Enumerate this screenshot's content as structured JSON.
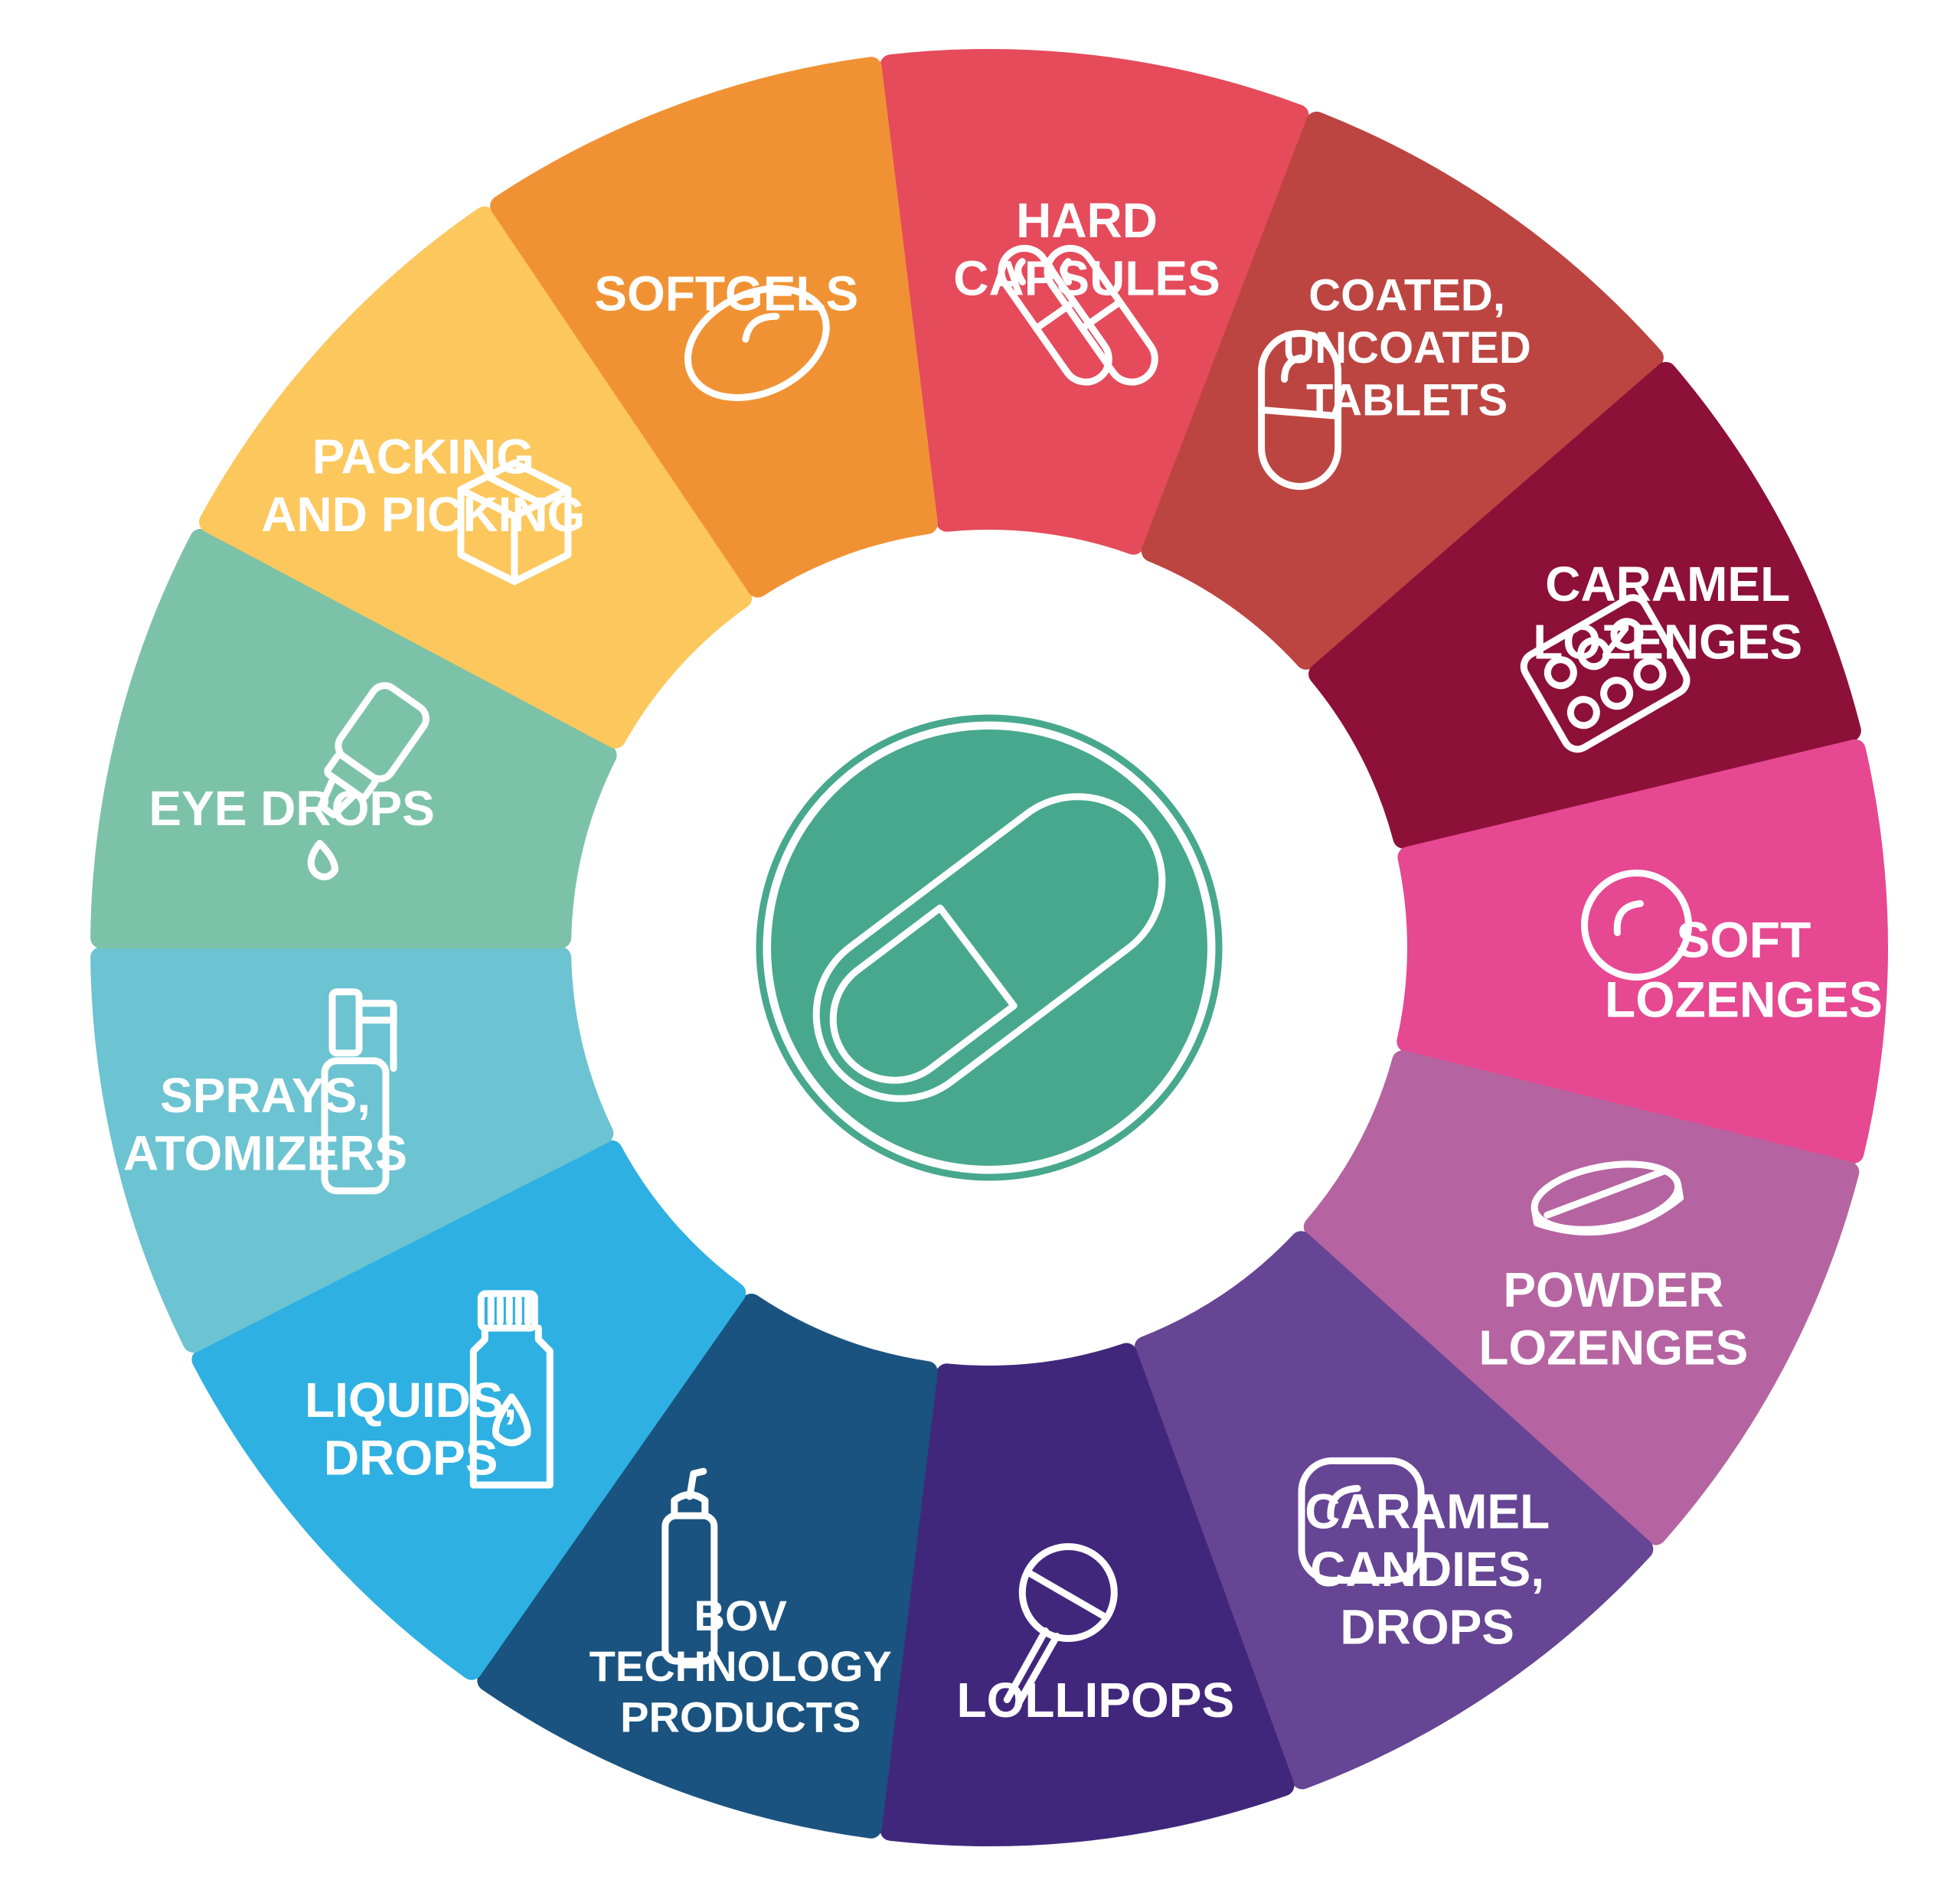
{
  "center": {
    "icon": "capsule-icon",
    "fill_color": "#48A88D",
    "ring_color": "#48A88D"
  },
  "segments": [
    {
      "id": "hard-capsules",
      "lines": [
        "HARD",
        "CAPSULES"
      ],
      "color": "#E54B5B",
      "icon": "capsule-pair-icon"
    },
    {
      "id": "coated-uncoated-tablets",
      "lines": [
        "COATED,",
        "UNCOATED",
        "TABLETS"
      ],
      "color": "#BC4541",
      "icon": "pill-icon"
    },
    {
      "id": "caramel-lozenges",
      "lines": [
        "CARAMEL",
        "LOZENGES"
      ],
      "color": "#8D1038",
      "icon": "blister-pack-icon"
    },
    {
      "id": "soft-lozenges",
      "lines": [
        "SOFT",
        "LOZENGES"
      ],
      "color": "#E64891",
      "icon": "round-lozenge-icon"
    },
    {
      "id": "powder-lozenges",
      "lines": [
        "POWDER",
        "LOZENGES"
      ],
      "color": "#B564A1",
      "icon": "tablet-disc-icon"
    },
    {
      "id": "caramel-candies-drops",
      "lines": [
        "CARAMEL",
        "CANDIES,",
        "DROPS"
      ],
      "color": "#654594",
      "icon": "square-candy-icon"
    },
    {
      "id": "lollipops",
      "lines": [
        "LOLLIPOPS"
      ],
      "color": "#41277C",
      "icon": "lollipop-icon"
    },
    {
      "id": "bov-technology-products",
      "lines": [
        "BOV",
        "TECHNOLOGY",
        "PRODUCTS"
      ],
      "color": "#1A5380",
      "icon": "aerosol-can-icon"
    },
    {
      "id": "liquids-drops",
      "lines": [
        "LIQUIDS,",
        "DROPS"
      ],
      "color": "#2EB0E2",
      "icon": "liquid-bottle-icon"
    },
    {
      "id": "sprays-atomizers",
      "lines": [
        "SPRAYS,",
        "ATOMIZERS"
      ],
      "color": "#6CC3D1",
      "icon": "spray-bottle-icon"
    },
    {
      "id": "eye-drops",
      "lines": [
        "EYE DROPS"
      ],
      "color": "#7CC2A9",
      "icon": "dropper-bottle-icon"
    },
    {
      "id": "packing-and-picking",
      "lines": [
        "PACKING",
        "AND PICKING"
      ],
      "color": "#FCC75C",
      "icon": "box-icon"
    },
    {
      "id": "softgels",
      "lines": [
        "SOFTGELS"
      ],
      "color": "#F09234",
      "icon": "softgel-icon"
    }
  ]
}
